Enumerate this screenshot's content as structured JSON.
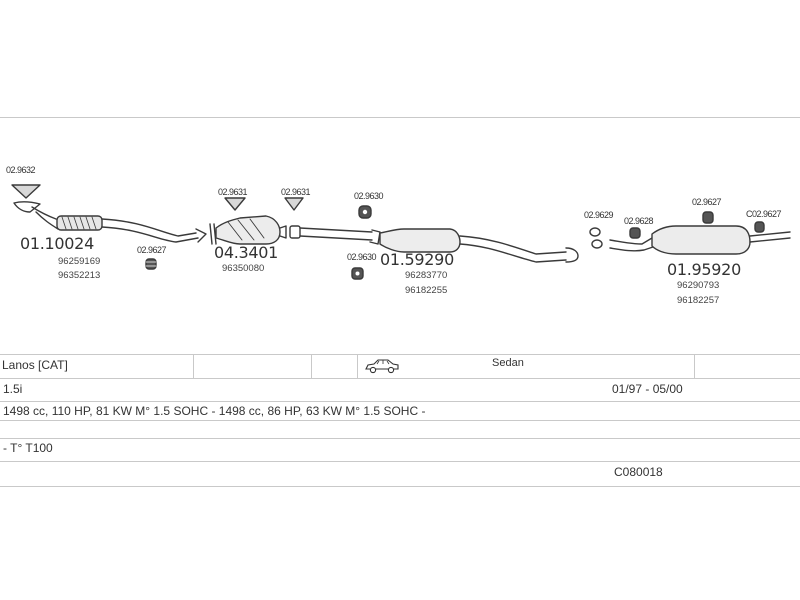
{
  "diagram": {
    "parts": {
      "p1": {
        "number": "01.10024",
        "oem": [
          "96259169",
          "96352213"
        ]
      },
      "p2": {
        "number": "04.3401",
        "oem": [
          "96350080"
        ]
      },
      "p3": {
        "number": "01.59290",
        "oem": [
          "96283770",
          "96182255"
        ]
      },
      "p4": {
        "number": "01.95920",
        "oem": [
          "96290793",
          "96182257"
        ]
      }
    },
    "accessories": {
      "a1": "02.9632",
      "a2": "02.9627",
      "a3": "02.9631",
      "a4": "02.9631",
      "a5": "02.9630",
      "a6": "02.9630",
      "a7": "02.9629",
      "a8": "02.9628",
      "a9": "02.9627",
      "a10": "C02.9627"
    }
  },
  "vehicle": {
    "model": "Lanos  [CAT]",
    "body_type": "Sedan",
    "engine": "1.5i",
    "production_period": "01/97 - 05/00",
    "specifications": "1498 cc, 110 HP, 81 KW M° 1.5 SOHC - 1498 cc, 86 HP, 63 KW M° 1.5 SOHC -",
    "type_code": "- T° T100",
    "system_code": "C080018",
    "icons": {
      "body": "sedan-car-icon"
    }
  }
}
